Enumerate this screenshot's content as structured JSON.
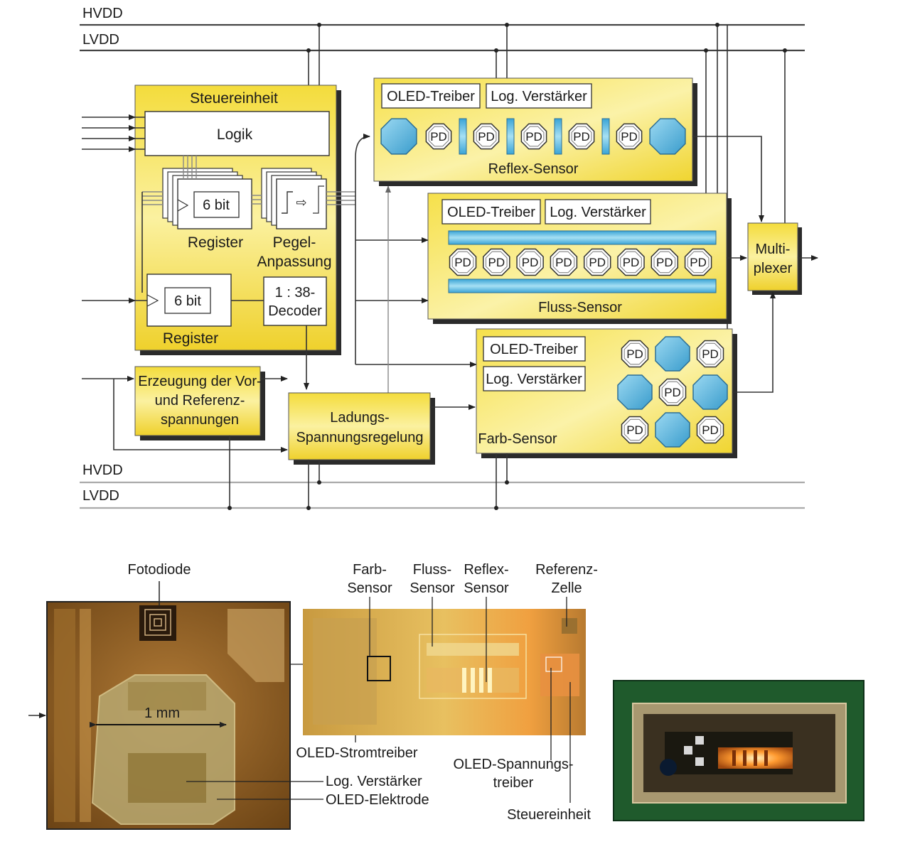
{
  "rails": {
    "hvdd_top": "HVDD",
    "lvdd_top": "LVDD",
    "hvdd_bottom": "HVDD",
    "lvdd_bottom": "LVDD"
  },
  "control_unit": {
    "title": "Steuereinheit",
    "logic": "Logik",
    "register_a_bits": "6 bit",
    "register_a_label": "Register",
    "level_shift_label_1": "Pegel-",
    "level_shift_label_2": "Anpassung",
    "register_b_bits": "6 bit",
    "register_b_label": "Register",
    "decoder_1": "1 : 38-",
    "decoder_2": "Decoder"
  },
  "reflex_sensor": {
    "driver": "OLED-Treiber",
    "amp": "Log. Verstärker",
    "name": "Reflex-Sensor",
    "pd_labels": [
      "PD",
      "PD",
      "PD",
      "PD",
      "PD"
    ]
  },
  "flow_sensor": {
    "driver": "OLED-Treiber",
    "amp": "Log. Verstärker",
    "name": "Fluss-Sensor",
    "pd_labels": [
      "PD",
      "PD",
      "PD",
      "PD",
      "PD",
      "PD",
      "PD",
      "PD"
    ]
  },
  "color_sensor": {
    "driver": "OLED-Treiber",
    "amp": "Log. Verstärker",
    "name": "Farb-Sensor",
    "pd_labels": [
      "PD",
      "PD",
      "PD",
      "PD",
      "PD"
    ]
  },
  "reference_gen": {
    "line1": "Erzeugung der Vor-",
    "line2": "und Referenz-",
    "line3": "spannungen"
  },
  "charge_reg": {
    "line1": "Ladungs-",
    "line2": "Spannungsregelung"
  },
  "multiplexer": {
    "line1": "Multi-",
    "line2": "plexer"
  },
  "photos": {
    "photodiode": "Fotodiode",
    "scale": "1 mm",
    "log_amp": "Log. Verstärker",
    "oled_electrode": "OLED-Elektrode",
    "color_sensor_1": "Farb-",
    "color_sensor_2": "Sensor",
    "flow_sensor_1": "Fluss-",
    "flow_sensor_2": "Sensor",
    "reflex_sensor_1": "Reflex-",
    "reflex_sensor_2": "Sensor",
    "reference_cell_1": "Referenz-",
    "reference_cell_2": "Zelle",
    "oled_current_driver": "OLED-Stromtreiber",
    "oled_voltage_driver_1": "OLED-Spannungs-",
    "oled_voltage_driver_2": "treiber",
    "control_unit": "Steuereinheit"
  },
  "colors": {
    "block_yellow": "#f2dc3a",
    "block_yellow_light": "#fbf3b0",
    "oled_blue": "#6cc4e8",
    "oled_blue_dark": "#2c8fc0",
    "shadow": "#2b2b2b",
    "die_brown": "#8a5a22",
    "pcb_green": "#1f5a2c"
  }
}
